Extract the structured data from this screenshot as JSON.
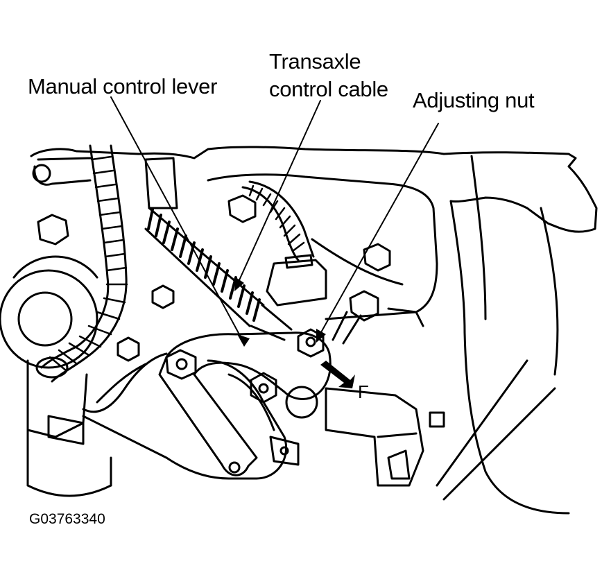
{
  "labels": {
    "manual_control_lever": "Manual control lever",
    "transaxle_line1": "Transaxle",
    "transaxle_line2": "control cable",
    "adjusting_nut": "Adjusting nut"
  },
  "direction_marker": "F",
  "figure_id": "G03763340",
  "colors": {
    "line": "#000000",
    "background": "#ffffff"
  }
}
